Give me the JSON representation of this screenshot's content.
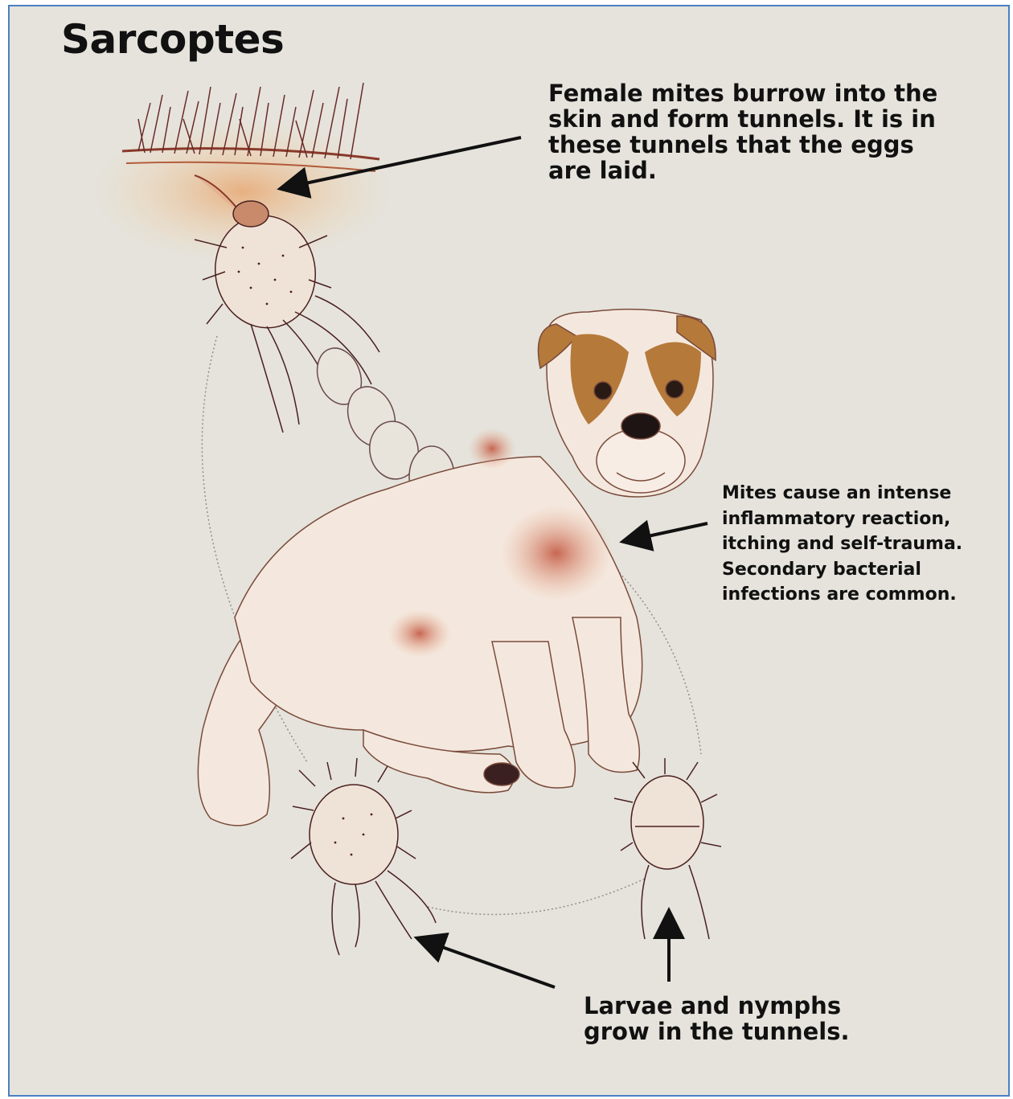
{
  "title": "Sarcoptes",
  "annotations": {
    "burrow": {
      "lines": [
        "Female mites burrow into the",
        "skin and form tunnels. It is in",
        "these tunnels that the eggs",
        "are laid."
      ]
    },
    "inflammation": {
      "lines": [
        "Mites cause an intense",
        "inflammatory reaction,",
        "itching and self-trauma.",
        "Secondary bacterial",
        "infections are common."
      ]
    },
    "larvae": {
      "lines": [
        "Larvae and nymphs",
        "grow in the tunnels."
      ]
    }
  },
  "colors": {
    "background": "#e5e3dc",
    "border": "#4a7fc1",
    "ink": "#5a2a2a",
    "inflamed": "#c85a3a",
    "dog_fur": "#f2e6dc",
    "dog_brown": "#b5793a"
  }
}
